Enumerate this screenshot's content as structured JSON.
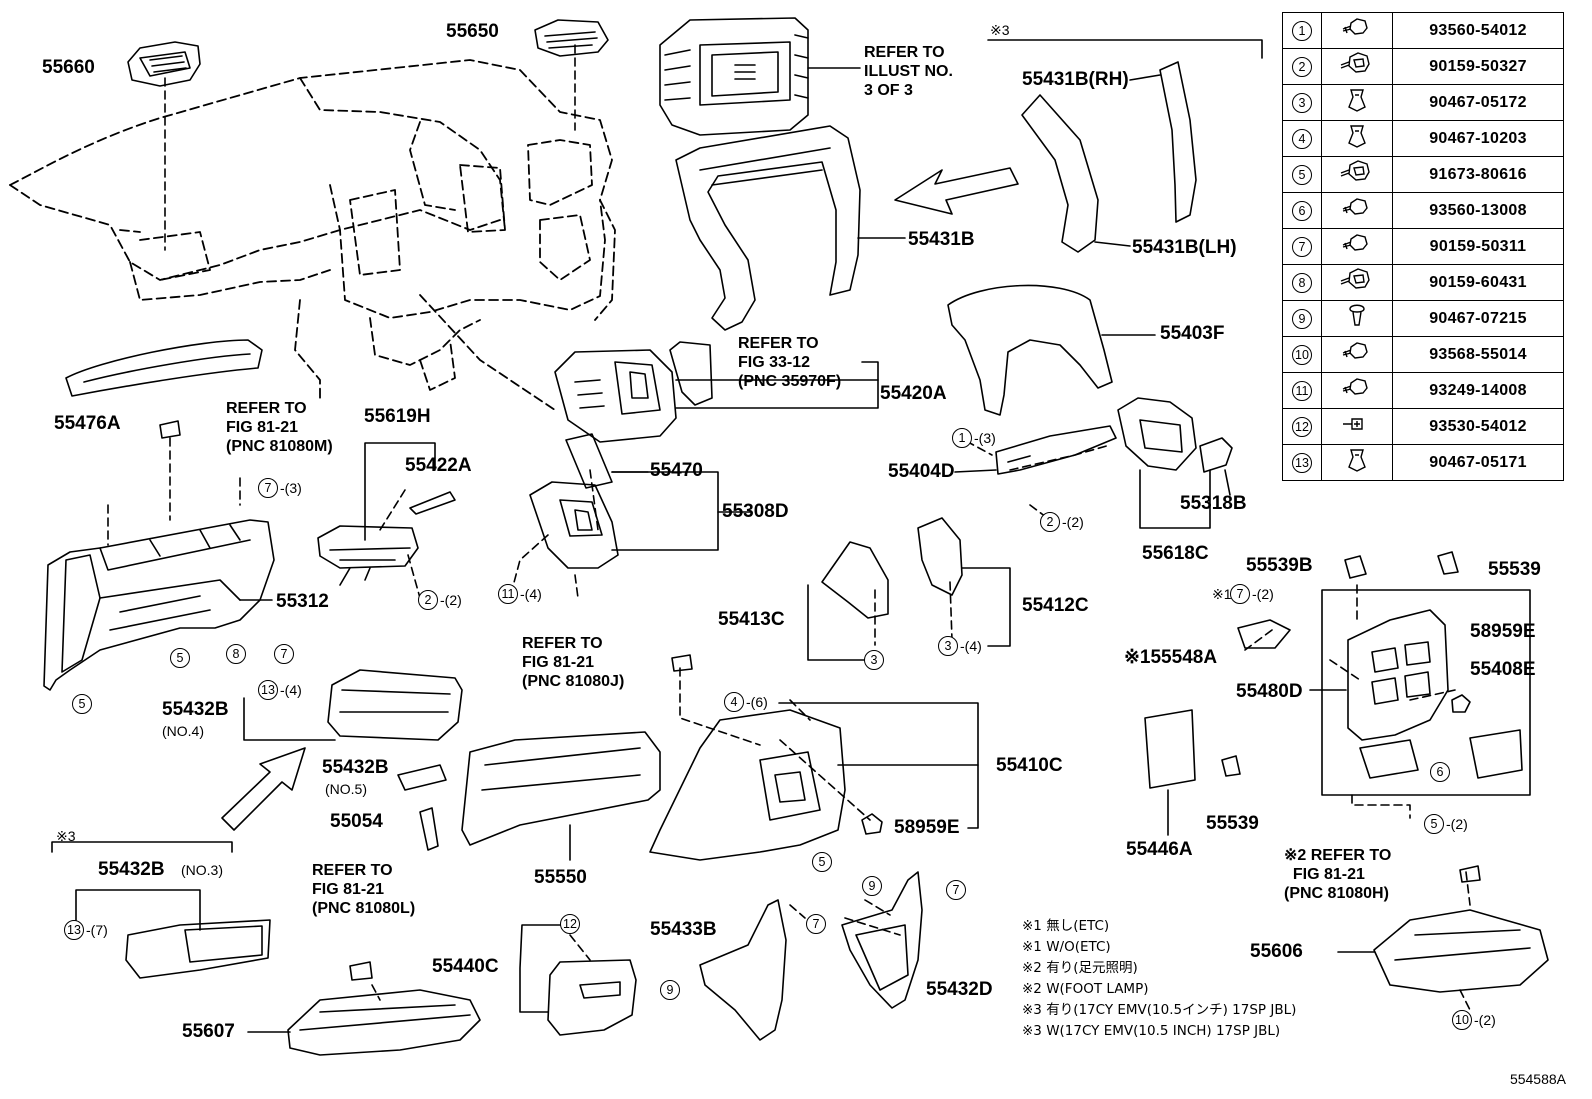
{
  "figure_id": "554588A",
  "parts": [
    {
      "id": "p55660",
      "text": "55660"
    },
    {
      "id": "p55650",
      "text": "55650"
    },
    {
      "id": "p55476A",
      "text": "55476A"
    },
    {
      "id": "p55619H",
      "text": "55619H"
    },
    {
      "id": "p55422A",
      "text": "55422A"
    },
    {
      "id": "p55312",
      "text": "55312"
    },
    {
      "id": "p55432B_4",
      "text": "55432B"
    },
    {
      "id": "p55432B_5",
      "text": "55432B"
    },
    {
      "id": "p55054",
      "text": "55054"
    },
    {
      "id": "p55432B_3",
      "text": "55432B"
    },
    {
      "id": "p55440C",
      "text": "55440C"
    },
    {
      "id": "p55607",
      "text": "55607"
    },
    {
      "id": "p55431B",
      "text": "55431B"
    },
    {
      "id": "p55431B_RH",
      "text": "55431B(RH)"
    },
    {
      "id": "p55431B_LH",
      "text": "55431B(LH)"
    },
    {
      "id": "p55420A",
      "text": "55420A"
    },
    {
      "id": "p55470",
      "text": "55470"
    },
    {
      "id": "p55308D",
      "text": "55308D"
    },
    {
      "id": "p55403F",
      "text": "55403F"
    },
    {
      "id": "p55404D",
      "text": "55404D"
    },
    {
      "id": "p55318B",
      "text": "55318B"
    },
    {
      "id": "p55618C",
      "text": "55618C"
    },
    {
      "id": "p55413C",
      "text": "55413C"
    },
    {
      "id": "p55412C",
      "text": "55412C"
    },
    {
      "id": "p55410C",
      "text": "55410C"
    },
    {
      "id": "p58959E_1",
      "text": "58959E"
    },
    {
      "id": "p55550",
      "text": "55550"
    },
    {
      "id": "p55433B",
      "text": "55433B"
    },
    {
      "id": "p55432D",
      "text": "55432D"
    },
    {
      "id": "p55539B",
      "text": "55539B"
    },
    {
      "id": "p55539_1",
      "text": "55539"
    },
    {
      "id": "p55548A",
      "text": "※155548A"
    },
    {
      "id": "p55480D",
      "text": "55480D"
    },
    {
      "id": "p58959E_2",
      "text": "58959E"
    },
    {
      "id": "p55408E",
      "text": "55408E"
    },
    {
      "id": "p55446A",
      "text": "55446A"
    },
    {
      "id": "p55539_2",
      "text": "55539"
    },
    {
      "id": "p55606",
      "text": "55606"
    }
  ],
  "sub_labels": {
    "no4": "(NO.4)",
    "no5": "(NO.5)",
    "no3": "(NO.3)"
  },
  "references": [
    {
      "id": "ref_illust",
      "text": "REFER TO\nILLUST NO.\n3 OF 3"
    },
    {
      "id": "ref_fig33",
      "text": "REFER TO\nFIG 33-12\n(PNC 35970F)"
    },
    {
      "id": "ref_81080M",
      "text": "REFER TO\nFIG 81-21\n(PNC 81080M)"
    },
    {
      "id": "ref_81080J",
      "text": "REFER TO\nFIG 81-21\n(PNC 81080J)"
    },
    {
      "id": "ref_81080L",
      "text": "REFER TO\nFIG 81-21\n(PNC 81080L)"
    },
    {
      "id": "ref_81080H",
      "text": "※2 REFER TO\n  FIG 81-21\n(PNC 81080H)"
    }
  ],
  "group_marks": {
    "top": "※3",
    "left": "※3",
    "w1": "※1"
  },
  "callouts": [
    {
      "id": "c7_3",
      "num": "7",
      "qty": "-(3)"
    },
    {
      "id": "c2_2a",
      "num": "2",
      "qty": "-(2)"
    },
    {
      "id": "c5a",
      "num": "5",
      "qty": ""
    },
    {
      "id": "c8",
      "num": "8",
      "qty": ""
    },
    {
      "id": "c7a",
      "num": "7",
      "qty": ""
    },
    {
      "id": "c5b",
      "num": "5",
      "qty": ""
    },
    {
      "id": "c13_4",
      "num": "13",
      "qty": "-(4)"
    },
    {
      "id": "c13_7",
      "num": "13",
      "qty": "-(7)"
    },
    {
      "id": "c11_4",
      "num": "11",
      "qty": "-(4)"
    },
    {
      "id": "c1_3",
      "num": "1",
      "qty": "-(3)"
    },
    {
      "id": "c2_2b",
      "num": "2",
      "qty": "-(2)"
    },
    {
      "id": "c3a",
      "num": "3",
      "qty": ""
    },
    {
      "id": "c3_4",
      "num": "3",
      "qty": "-(4)"
    },
    {
      "id": "c4_6",
      "num": "4",
      "qty": "-(6)"
    },
    {
      "id": "c5c",
      "num": "5",
      "qty": ""
    },
    {
      "id": "c12",
      "num": "12",
      "qty": ""
    },
    {
      "id": "c7b",
      "num": "7",
      "qty": ""
    },
    {
      "id": "c9a",
      "num": "9",
      "qty": ""
    },
    {
      "id": "c9b",
      "num": "9",
      "qty": ""
    },
    {
      "id": "c7c",
      "num": "7",
      "qty": ""
    },
    {
      "id": "c7_2",
      "num": "7",
      "qty": "-(2)"
    },
    {
      "id": "c6",
      "num": "6",
      "qty": ""
    },
    {
      "id": "c5_2",
      "num": "5",
      "qty": "-(2)"
    },
    {
      "id": "c10_2",
      "num": "10",
      "qty": "-(2)"
    }
  ],
  "legend": [
    "※1 無し(ETC)",
    "※1 W/O(ETC)",
    "※2 有り(足元照明)",
    "※2 W(FOOT LAMP)",
    "※3 有り(17CY EMV(10.5インチ) 17SP JBL)",
    "※3 W(17CY EMV(10.5 INCH) 17SP JBL)"
  ],
  "fastener_table": [
    {
      "no": "1",
      "icon": "bolt-icon",
      "part": "93560-54012"
    },
    {
      "no": "2",
      "icon": "flange-bolt-icon",
      "part": "90159-50327"
    },
    {
      "no": "3",
      "icon": "clip-icon",
      "part": "90467-05172"
    },
    {
      "no": "4",
      "icon": "clip-icon",
      "part": "90467-10203"
    },
    {
      "no": "5",
      "icon": "flange-bolt-icon",
      "part": "91673-80616"
    },
    {
      "no": "6",
      "icon": "bolt-icon",
      "part": "93560-13008"
    },
    {
      "no": "7",
      "icon": "bolt-icon",
      "part": "90159-50311"
    },
    {
      "no": "8",
      "icon": "flange-bolt-icon",
      "part": "90159-60431"
    },
    {
      "no": "9",
      "icon": "pin-clip-icon",
      "part": "90467-07215"
    },
    {
      "no": "10",
      "icon": "bolt-icon",
      "part": "93568-55014"
    },
    {
      "no": "11",
      "icon": "bolt-icon",
      "part": "93249-14008"
    },
    {
      "no": "12",
      "icon": "screw-icon",
      "part": "93530-54012"
    },
    {
      "no": "13",
      "icon": "clip-icon",
      "part": "90467-05171"
    }
  ]
}
